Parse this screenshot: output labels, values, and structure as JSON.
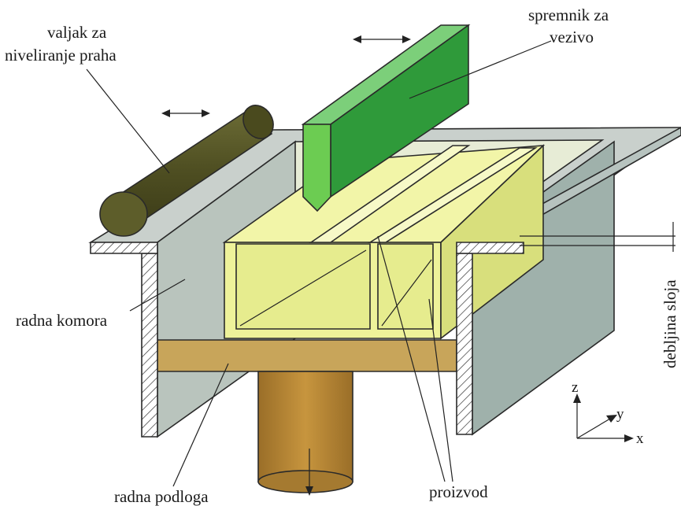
{
  "labels": {
    "roller_line1": "valjak za",
    "roller_line2": "niveliranje praha",
    "binder_line1": "spremnik za",
    "binder_line2": "vezivo",
    "chamber": "radna komora",
    "platform": "radna podloga",
    "product": "proizvod",
    "layer": "debljina sloja"
  },
  "axes": {
    "z": "z",
    "y": "y",
    "x": "x"
  },
  "colors": {
    "powder": "#f2f5a8",
    "binder": "#3fb04a",
    "roller": "#5a5a2a",
    "platform": "#c8a55a",
    "piston": "#b88a3a",
    "wall": "#a9b8b3"
  }
}
